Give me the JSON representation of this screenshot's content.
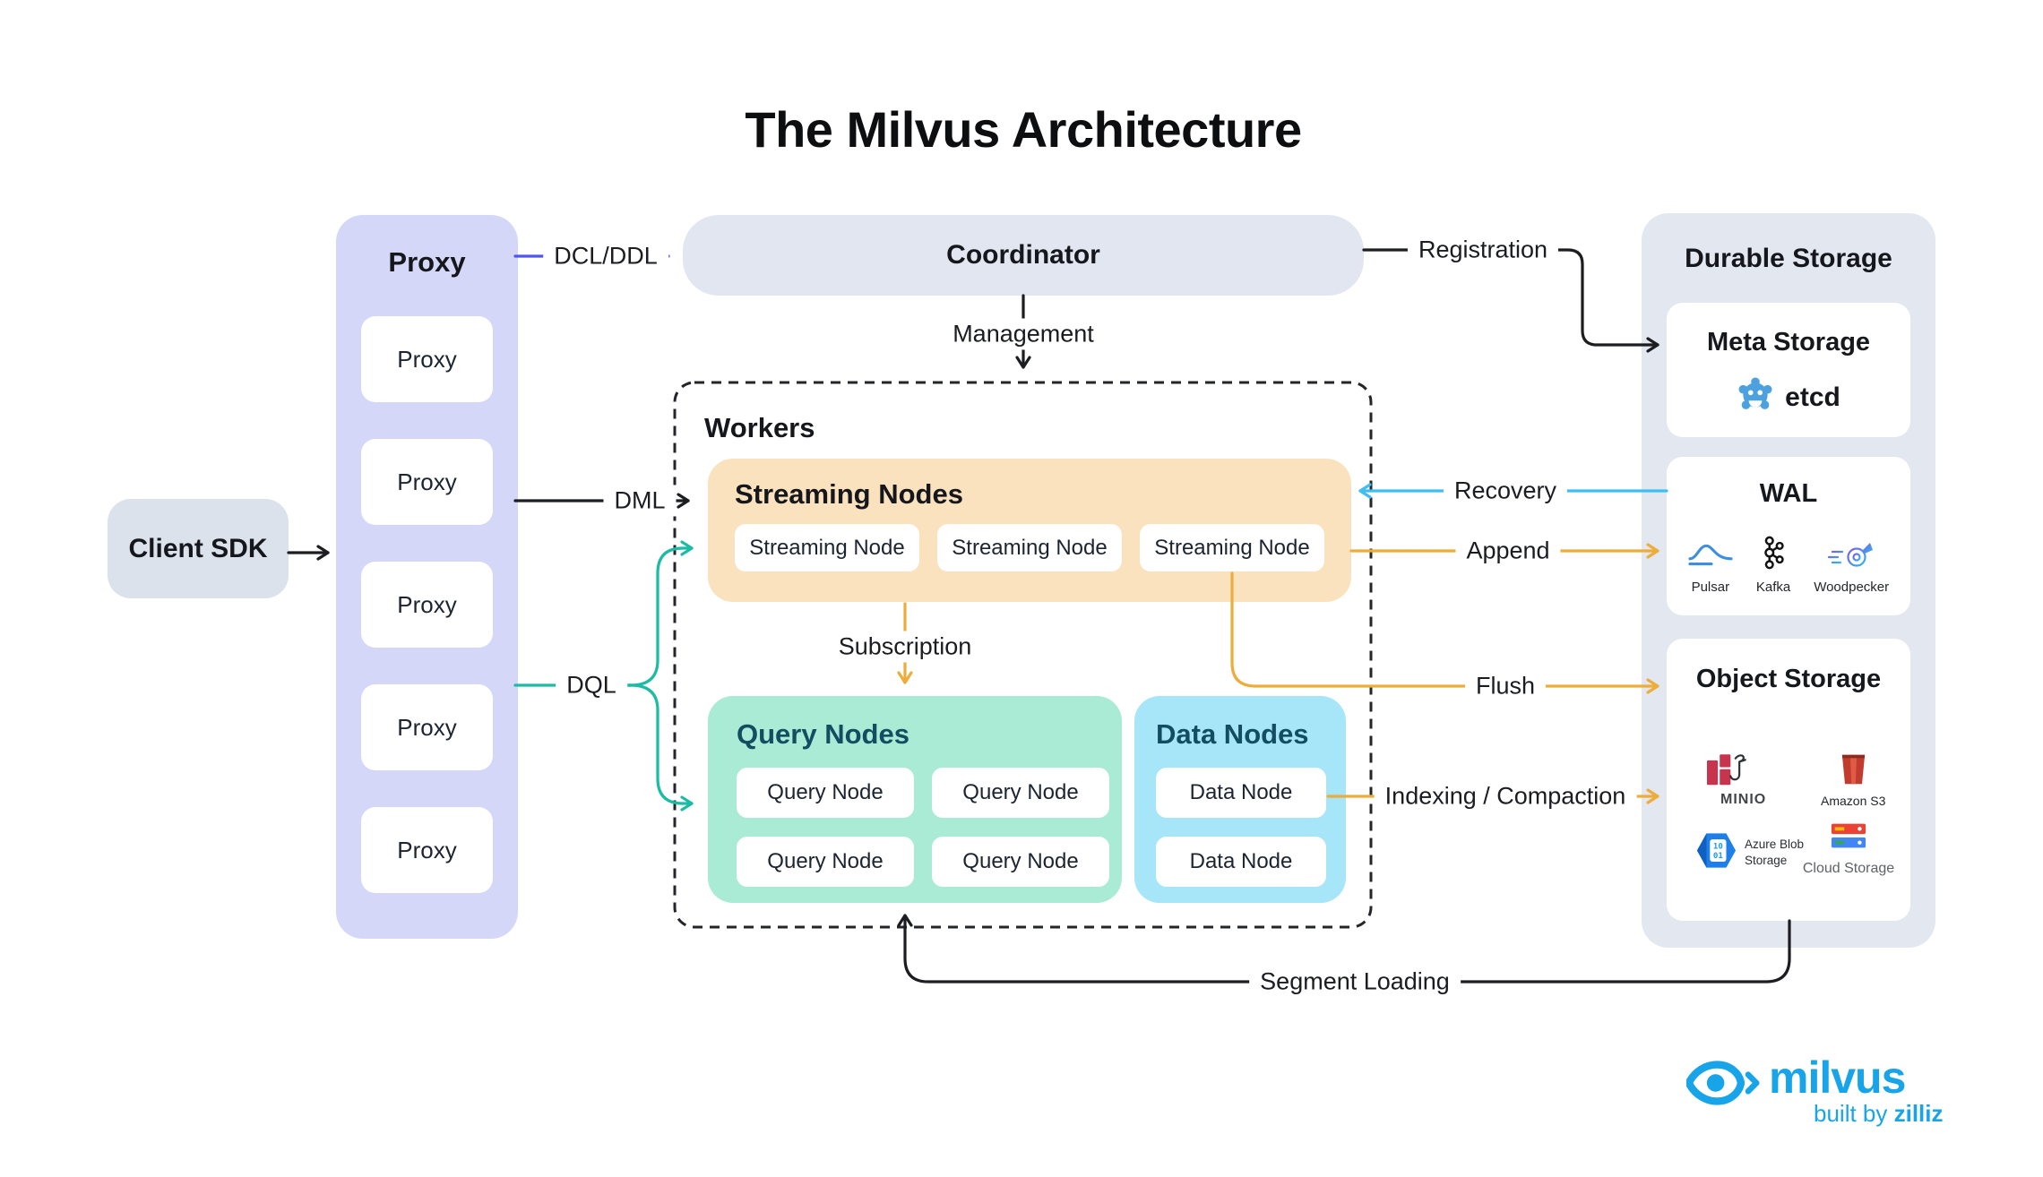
{
  "title": "The Milvus Architecture",
  "client_sdk": {
    "label": "Client SDK"
  },
  "proxy_panel": {
    "title": "Proxy",
    "nodes": [
      "Proxy",
      "Proxy",
      "Proxy",
      "Proxy",
      "Proxy"
    ]
  },
  "coordinator": {
    "label": "Coordinator"
  },
  "workers": {
    "title": "Workers",
    "streaming": {
      "title": "Streaming Nodes",
      "nodes": [
        "Streaming Node",
        "Streaming Node",
        "Streaming Node"
      ]
    },
    "query": {
      "title": "Query Nodes",
      "nodes": [
        "Query Node",
        "Query Node",
        "Query Node",
        "Query Node"
      ]
    },
    "data": {
      "title": "Data Nodes",
      "nodes": [
        "Data Node",
        "Data Node"
      ]
    }
  },
  "durable_storage": {
    "title": "Durable Storage",
    "meta": {
      "title": "Meta Storage",
      "tech": "etcd"
    },
    "wal": {
      "title": "WAL",
      "techs": [
        "Pulsar",
        "Kafka",
        "Woodpecker"
      ]
    },
    "object": {
      "title": "Object Storage",
      "minio": "MINIO",
      "amazon_s3": "Amazon S3",
      "azure": "Azure Blob Storage",
      "gcs": "Cloud Storage"
    }
  },
  "edges": {
    "dcl_ddl": "DCL/DDL",
    "dml": "DML",
    "dql": "DQL",
    "management": "Management",
    "registration": "Registration",
    "recovery": "Recovery",
    "append": "Append",
    "subscription": "Subscription",
    "flush": "Flush",
    "indexing_compaction": "Indexing / Compaction",
    "segment_loading": "Segment Loading"
  },
  "branding": {
    "product": "milvus",
    "byline": "built by",
    "byline_brand": "zilliz"
  },
  "colors": {
    "proxy_panel": "#D5D7F9",
    "coordinator": "#E2E6F0",
    "client_sdk": "#DCE2EB",
    "streaming_panel": "#FBE2BE",
    "query_panel": "#A9EBD5",
    "data_panel": "#A6E6F8",
    "durable_panel": "#E3E7F0",
    "edge_black": "#1C1D21",
    "edge_purple": "#5156EB",
    "edge_teal": "#1CBCA4",
    "edge_cyan": "#3FBEEF",
    "edge_amber": "#EDAD3B",
    "heading_teal": "#134D61",
    "milvus_blue": "#18A4E8"
  }
}
